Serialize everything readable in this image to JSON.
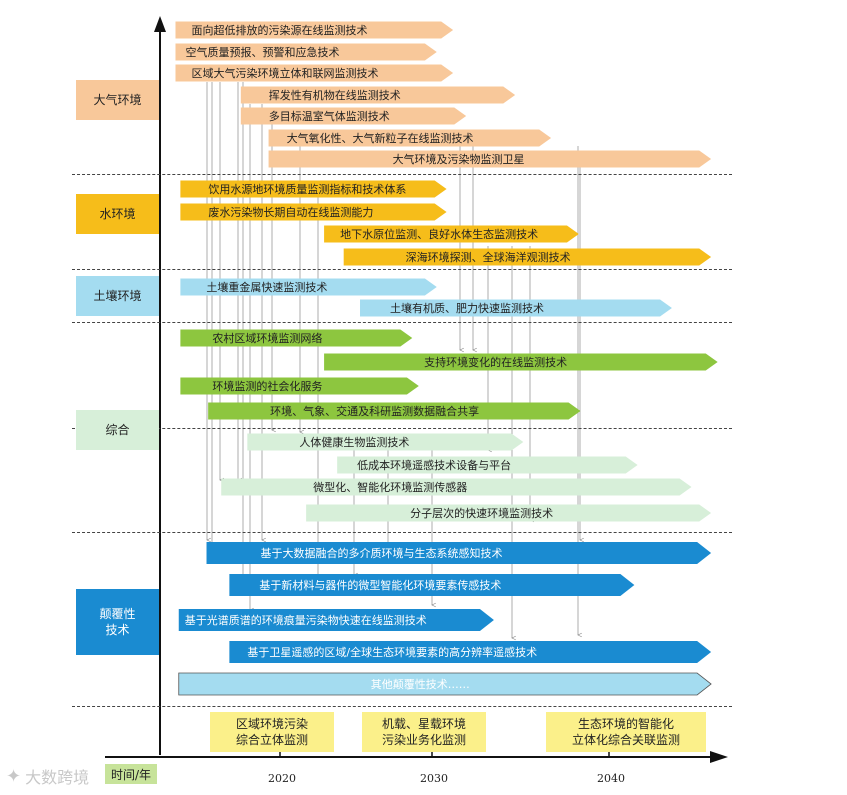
{
  "categories": [
    {
      "id": "air",
      "label": "大气环境",
      "color": "#f8c89a"
    },
    {
      "id": "water",
      "label": "水环境",
      "color": "#f6bd1a"
    },
    {
      "id": "soil",
      "label": "土壤环境",
      "color": "#a4dcf0"
    },
    {
      "id": "integrated",
      "label": "综合",
      "color": "#d7efd9"
    },
    {
      "id": "disruptive",
      "label": "颠覆性\n技术",
      "color": "#1a8bd1"
    }
  ],
  "arrows": [
    {
      "label": "面向超低排放的污染源在线监测技术",
      "category": "air",
      "start": 2013.6,
      "end": 2030.6
    },
    {
      "label": "空气质量预报、预警和应急技术",
      "category": "air",
      "start": 2013.6,
      "end": 2029.6
    },
    {
      "label": "区域大气污染环境立体和联网监测技术",
      "category": "air",
      "start": 2013.6,
      "end": 2030.6
    },
    {
      "label": "挥发性有机物在线监测技术",
      "category": "air",
      "start": 2017.6,
      "end": 2034.4
    },
    {
      "label": "多目标温室气体监测技术",
      "category": "air",
      "start": 2017.6,
      "end": 2031.4
    },
    {
      "label": "大气氧化性、大气新粒子在线监测技术",
      "category": "air",
      "start": 2019.3,
      "end": 2036.6
    },
    {
      "label": "大气环境及污染物监测卫星",
      "category": "air",
      "start": 2019.3,
      "end": 2046.4
    },
    {
      "label": "饮用水源地环境质量监测指标和技术体系",
      "category": "water",
      "start": 2013.9,
      "end": 2030.2
    },
    {
      "label": "废水污染物长期自动在线监测能力",
      "category": "water",
      "start": 2013.9,
      "end": 2030.2
    },
    {
      "label": "地下水原位监测、良好水体生态监测技术",
      "category": "water",
      "start": 2022.7,
      "end": 2038.3
    },
    {
      "label": "深海环境探测、全球海洋观测技术",
      "category": "water",
      "start": 2023.9,
      "end": 2046.4
    },
    {
      "label": "土壤重金属快速监测技术",
      "category": "soil",
      "start": 2013.9,
      "end": 2029.6
    },
    {
      "label": "土壤有机质、肥力快速监测技术",
      "category": "soil",
      "start": 2024.9,
      "end": 2044.0
    },
    {
      "label": "农村区域环境监测网络",
      "category": "integrated",
      "start": 2013.9,
      "end": 2028.1
    },
    {
      "label": "支持环境变化的在线监测技术",
      "category": "integrated",
      "start": 2022.7,
      "end": 2046.8
    },
    {
      "label": "环境监测的社会化服务",
      "category": "integrated",
      "start": 2013.9,
      "end": 2028.5
    },
    {
      "label": "环境、气象、交通及科研监测数据融合共享",
      "category": "integrated",
      "start": 2015.6,
      "end": 2038.4
    },
    {
      "label": "人体健康生物监测技术",
      "category": "integrated_light",
      "start": 2018.0,
      "end": 2034.9
    },
    {
      "label": "低成本环境遥感技术设备与平台",
      "category": "integrated_light",
      "start": 2023.5,
      "end": 2041.9
    },
    {
      "label": "微型化、智能化环境监测传感器",
      "category": "integrated_light",
      "start": 2016.4,
      "end": 2045.2
    },
    {
      "label": "分子层次的快速环境监测技术",
      "category": "integrated_light",
      "start": 2021.6,
      "end": 2046.4
    },
    {
      "label": "基于大数据融合的多介质环境与生态系统感知技术",
      "category": "disruptive",
      "start": 2015.5,
      "end": 2046.4
    },
    {
      "label": "基于新材料与器件的微型智能化环境要素传感技术",
      "category": "disruptive",
      "start": 2016.9,
      "end": 2041.7
    },
    {
      "label": "基于光谱质谱的环境痕量污染物快速在线监测技术",
      "category": "disruptive",
      "start": 2013.8,
      "end": 2033.1
    },
    {
      "label": "基于卫星遥感的区域/全球生态环境要素的高分辨率遥感技术",
      "category": "disruptive",
      "start": 2016.9,
      "end": 2046.4
    },
    {
      "label": "其他颠覆性技术……",
      "category": "other",
      "start": 2013.8,
      "end": 2046.4
    }
  ],
  "colors": {
    "air": "#f8c89a",
    "water": "#f6bd1a",
    "soil": "#a4dcf0",
    "integrated": "#8dc63f",
    "integrated_light": "#d7efd9",
    "disruptive": "#1a8bd1",
    "other": "#a4dcf0",
    "goal": "#fbf08a",
    "axis": "#111111"
  },
  "goals": [
    {
      "label": "区域环境污染\n综合立体监测"
    },
    {
      "label": "机载、星载环境\n污染业务化监测"
    },
    {
      "label": "生态环境的智能化\n立体化综合关联监测"
    }
  ],
  "x_axis": {
    "label": "时间/年",
    "ticks": [
      "2020",
      "2030",
      "2040"
    ]
  },
  "watermark": "大数跨境"
}
